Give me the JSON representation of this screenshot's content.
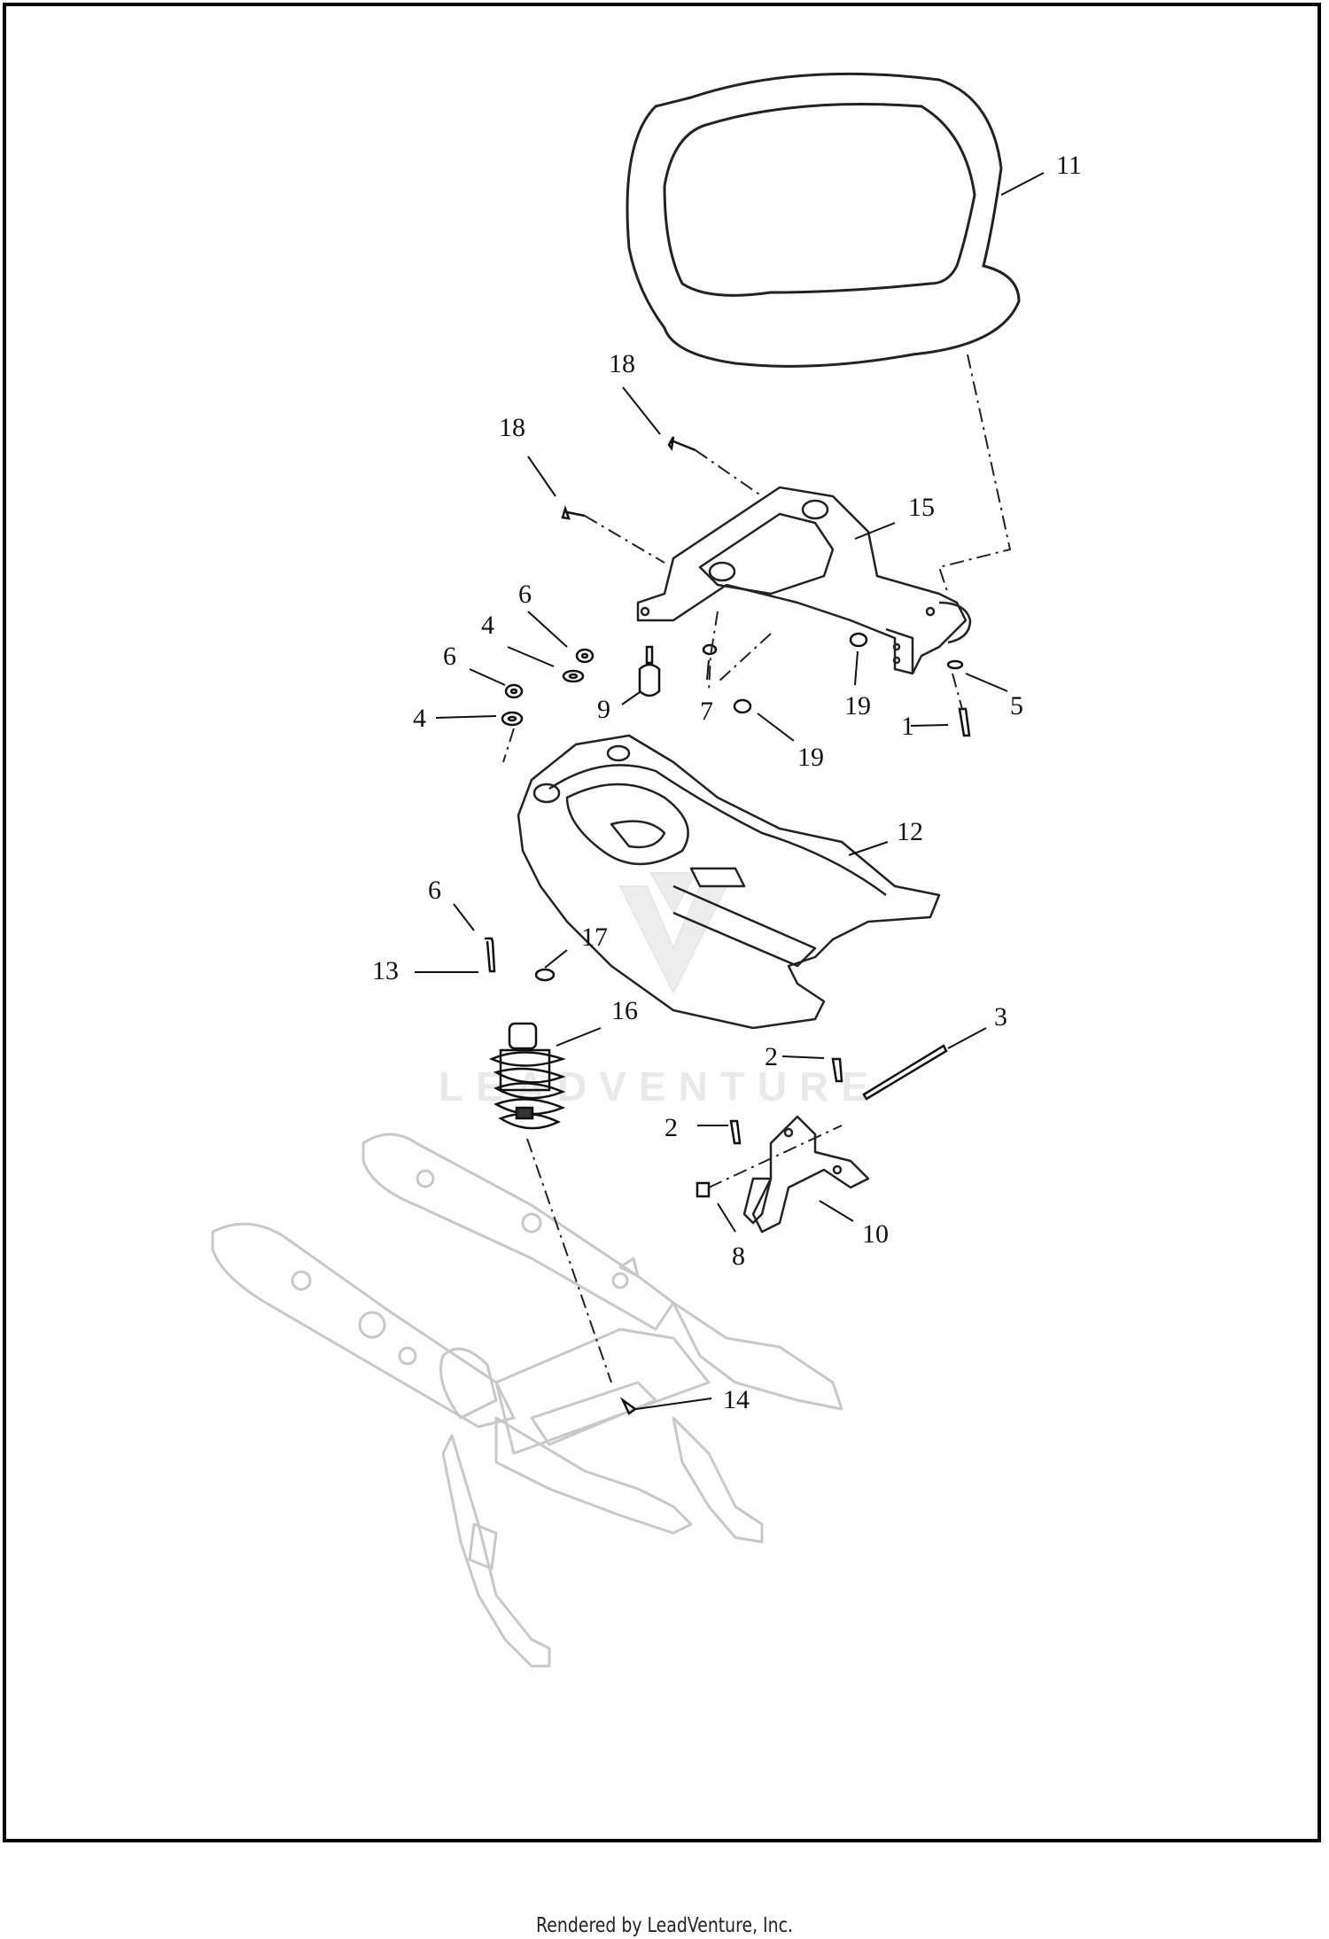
{
  "watermark": {
    "brand_text": "LEADVENTURE"
  },
  "callouts": [
    {
      "id": "11",
      "label": "11"
    },
    {
      "id": "18a",
      "label": "18"
    },
    {
      "id": "18b",
      "label": "18"
    },
    {
      "id": "15",
      "label": "15"
    },
    {
      "id": "6a",
      "label": "6"
    },
    {
      "id": "4a",
      "label": "4"
    },
    {
      "id": "6b",
      "label": "6"
    },
    {
      "id": "4b",
      "label": "4"
    },
    {
      "id": "9",
      "label": "9"
    },
    {
      "id": "7",
      "label": "7"
    },
    {
      "id": "19a",
      "label": "19"
    },
    {
      "id": "5",
      "label": "5"
    },
    {
      "id": "1",
      "label": "1"
    },
    {
      "id": "19b",
      "label": "19"
    },
    {
      "id": "12",
      "label": "12"
    },
    {
      "id": "6c",
      "label": "6"
    },
    {
      "id": "17",
      "label": "17"
    },
    {
      "id": "13",
      "label": "13"
    },
    {
      "id": "16",
      "label": "16"
    },
    {
      "id": "3",
      "label": "3"
    },
    {
      "id": "2a",
      "label": "2"
    },
    {
      "id": "2b",
      "label": "2"
    },
    {
      "id": "10",
      "label": "10"
    },
    {
      "id": "8",
      "label": "8"
    },
    {
      "id": "14",
      "label": "14"
    }
  ],
  "footer": {
    "text": "Rendered by LeadVenture, Inc."
  }
}
